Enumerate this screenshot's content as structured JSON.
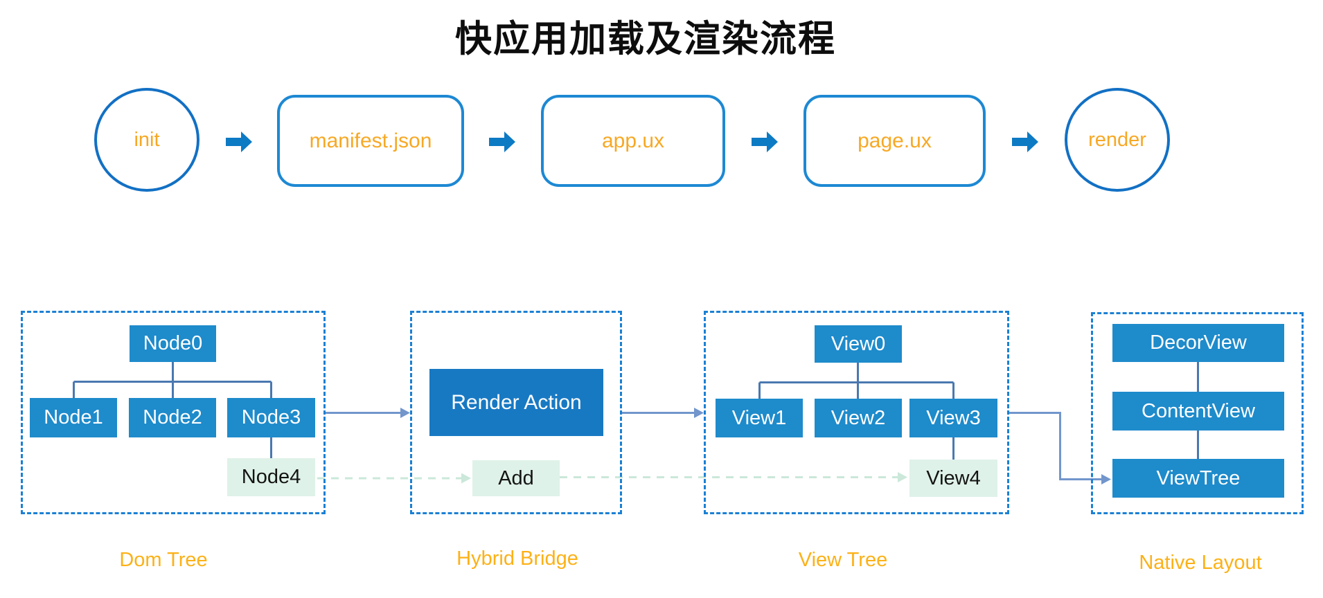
{
  "title": "快应用加载及渲染流程",
  "flow": {
    "steps": [
      {
        "label": "init",
        "shape": "circle"
      },
      {
        "label": "manifest.json",
        "shape": "rounded-rect"
      },
      {
        "label": "app.ux",
        "shape": "rounded-rect"
      },
      {
        "label": "page.ux",
        "shape": "rounded-rect"
      },
      {
        "label": "render",
        "shape": "circle"
      }
    ]
  },
  "groups": {
    "dom_tree": {
      "label": "Dom Tree",
      "root": "Node0",
      "children": [
        "Node1",
        "Node2",
        "Node3"
      ],
      "pending": "Node4"
    },
    "hybrid_bridge": {
      "label": "Hybrid Bridge",
      "action": "Render Action",
      "pending_action": "Add"
    },
    "view_tree": {
      "label": "View Tree",
      "root": "View0",
      "children": [
        "View1",
        "View2",
        "View3"
      ],
      "pending": "View4"
    },
    "native_layout": {
      "label": "Native Layout",
      "stack": [
        "DecorView",
        "ContentView",
        "ViewTree"
      ]
    }
  },
  "colors": {
    "solid_box_blue": "#1E8BCB",
    "action_box_blue": "#1879C3",
    "flow_block_arrow_blue": "#0D7AC4",
    "circle_border_blue": "#1270C4",
    "rounded_rect_border_blue": "#1D88D3",
    "dashed_group_border_blue": "#1B80D4",
    "tree_connector_blue": "#4A78B0",
    "inter_group_arrow_blue": "#7296CC",
    "pending_mint_fill": "#DFF2E9",
    "pending_mint_arrow": "#CBE8DA",
    "flow_text_orange": "#F7A824",
    "group_label_orange": "#FCB117",
    "title_black": "#0d0d0d"
  }
}
